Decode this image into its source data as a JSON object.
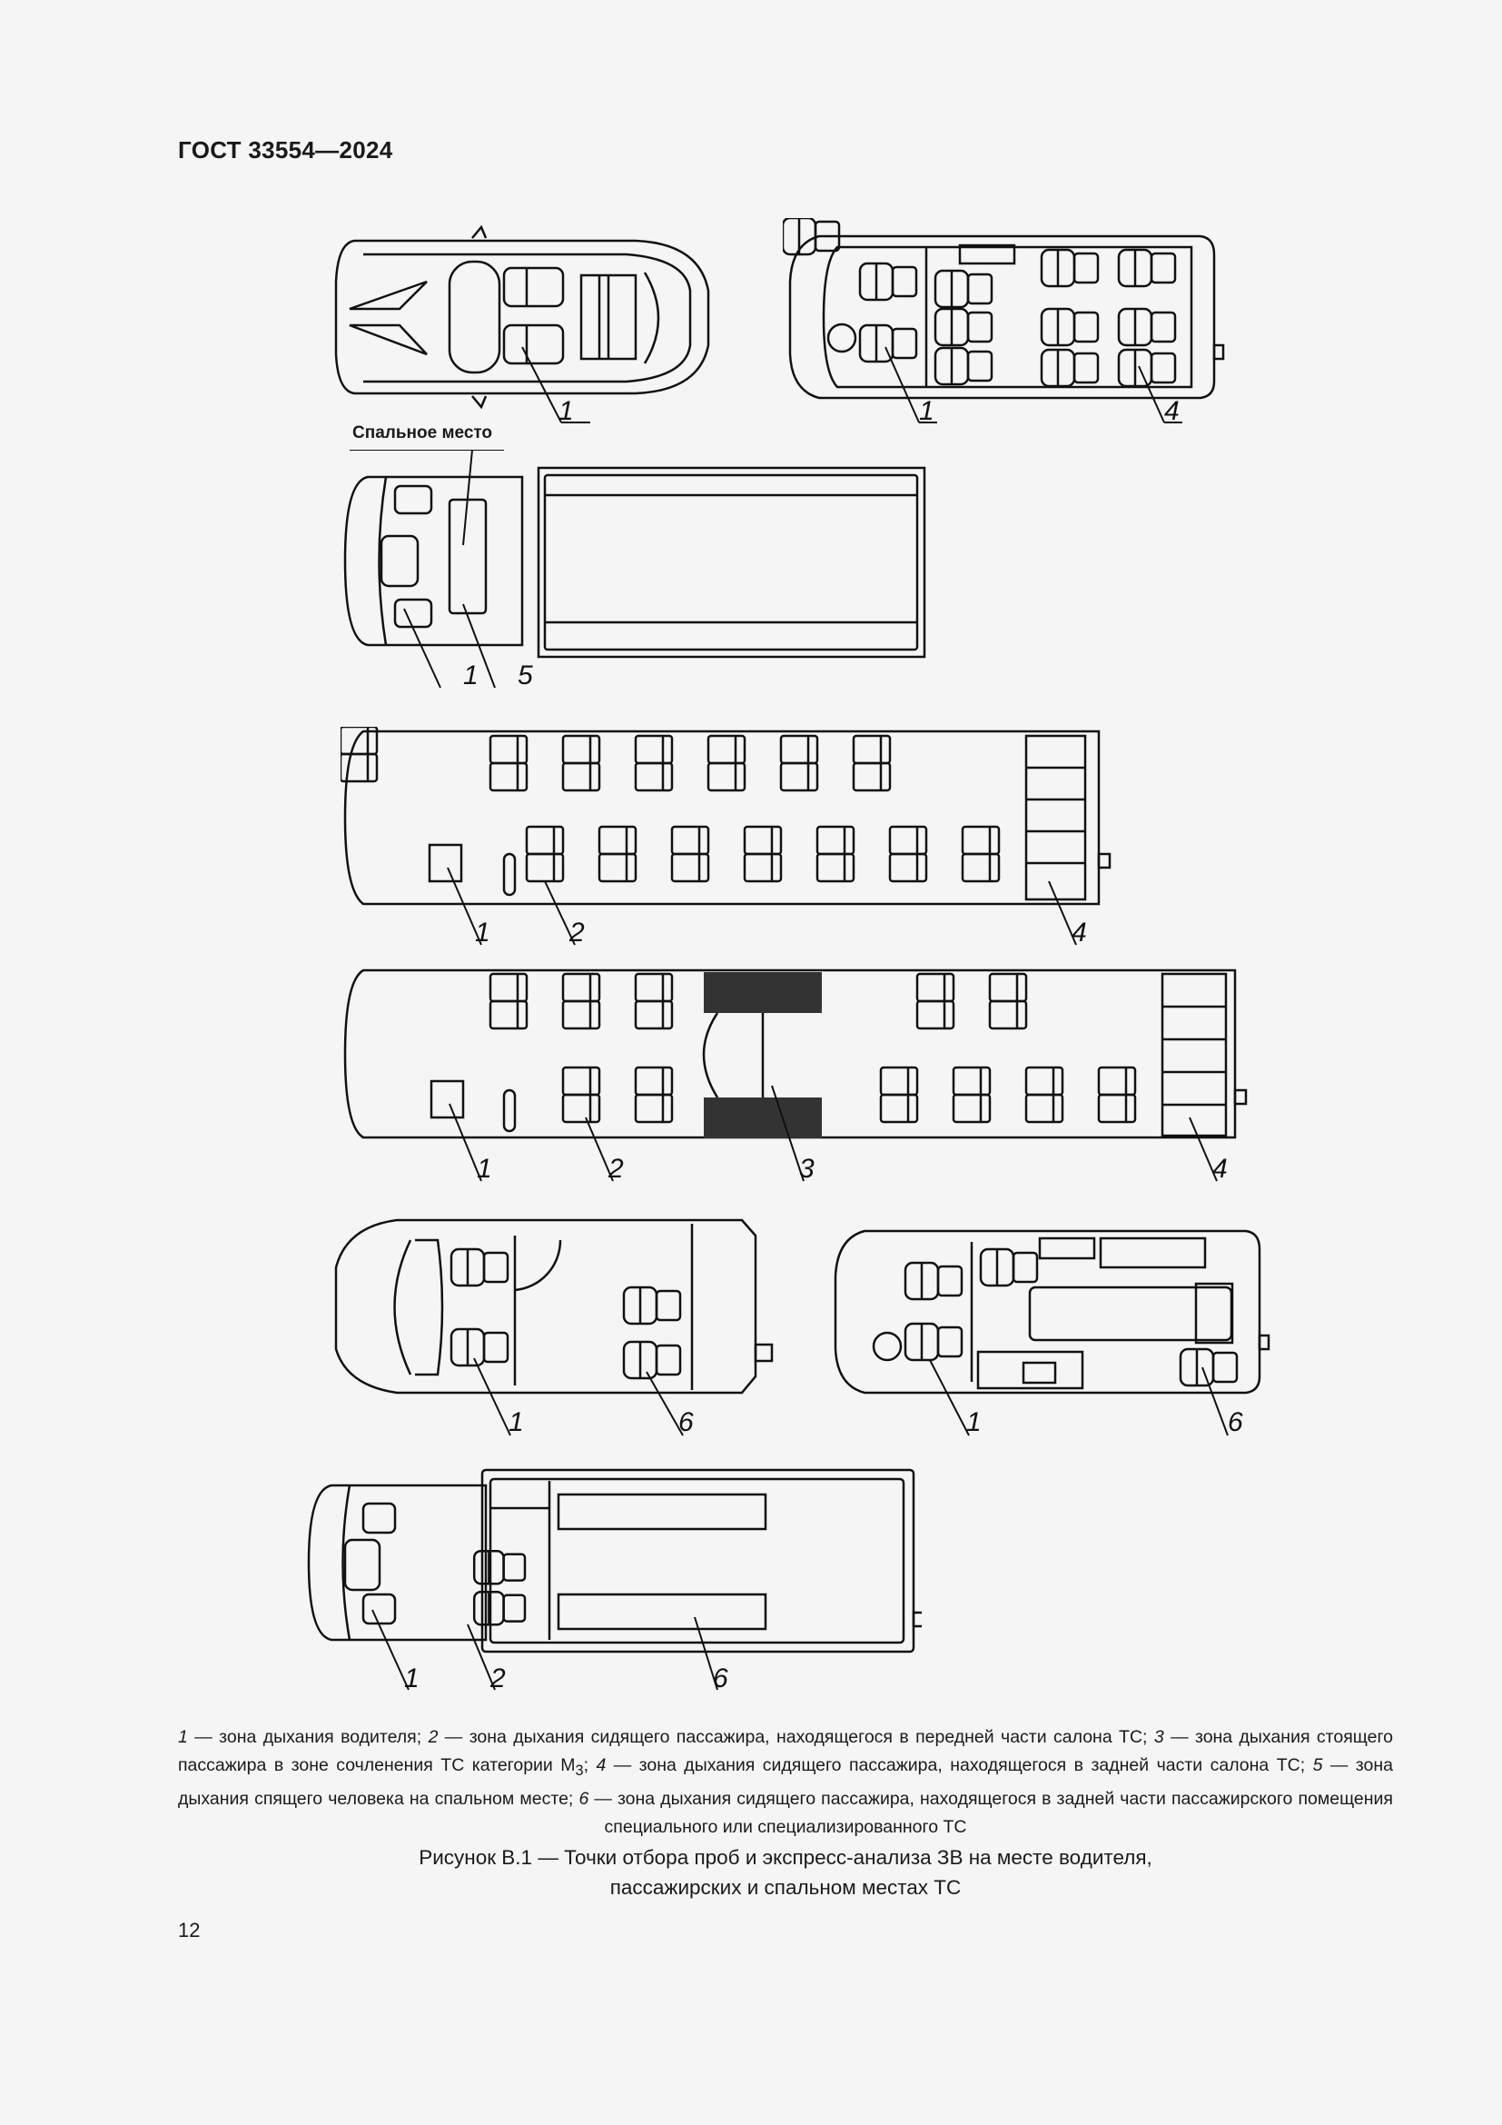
{
  "header": {
    "standard": "ГОСТ 33554—2024"
  },
  "figures": {
    "car": {
      "callouts": [
        "1"
      ]
    },
    "minibus": {
      "callouts": [
        "1",
        "4"
      ]
    },
    "truck_sleeper": {
      "label": "Спальное место",
      "callouts": [
        "1",
        "5"
      ]
    },
    "bus": {
      "callouts": [
        "1",
        "2",
        "4"
      ]
    },
    "articulated_bus": {
      "callouts": [
        "1",
        "2",
        "3",
        "4"
      ]
    },
    "special_van": {
      "callouts": [
        "1",
        "6"
      ]
    },
    "special_minibus": {
      "callouts": [
        "1",
        "6"
      ]
    },
    "special_truck": {
      "callouts": [
        "1",
        "2",
        "6"
      ]
    }
  },
  "legend": {
    "items": [
      {
        "num": "1",
        "text": " — зона дыхания водителя; "
      },
      {
        "num": "2",
        "text": " — зона дыхания сидящего пассажира, находящегося в передней части салона ТС; "
      },
      {
        "num": "3",
        "text": " — зона дыхания стоящего пассажира в зоне сочленения ТС категории M",
        "sub": "3",
        "after": "; "
      },
      {
        "num": "4",
        "text": " — зона дыхания сидящего пассажира, находящегося в задней части салона ТС; "
      },
      {
        "num": "5",
        "text": " — зона дыхания спящего человека на спальном месте; "
      },
      {
        "num": "6",
        "text": " — зона дыхания сидящего пассажира, находящегося в задней части пассажирского помещения специального или специализированного ТС"
      }
    ]
  },
  "caption": {
    "line1": "Рисунок В.1 — Точки отбора проб и экспресс-анализа ЗВ на месте водителя,",
    "line2": "пассажирских и спальном местах ТС"
  },
  "footer": {
    "page_number": "12"
  }
}
